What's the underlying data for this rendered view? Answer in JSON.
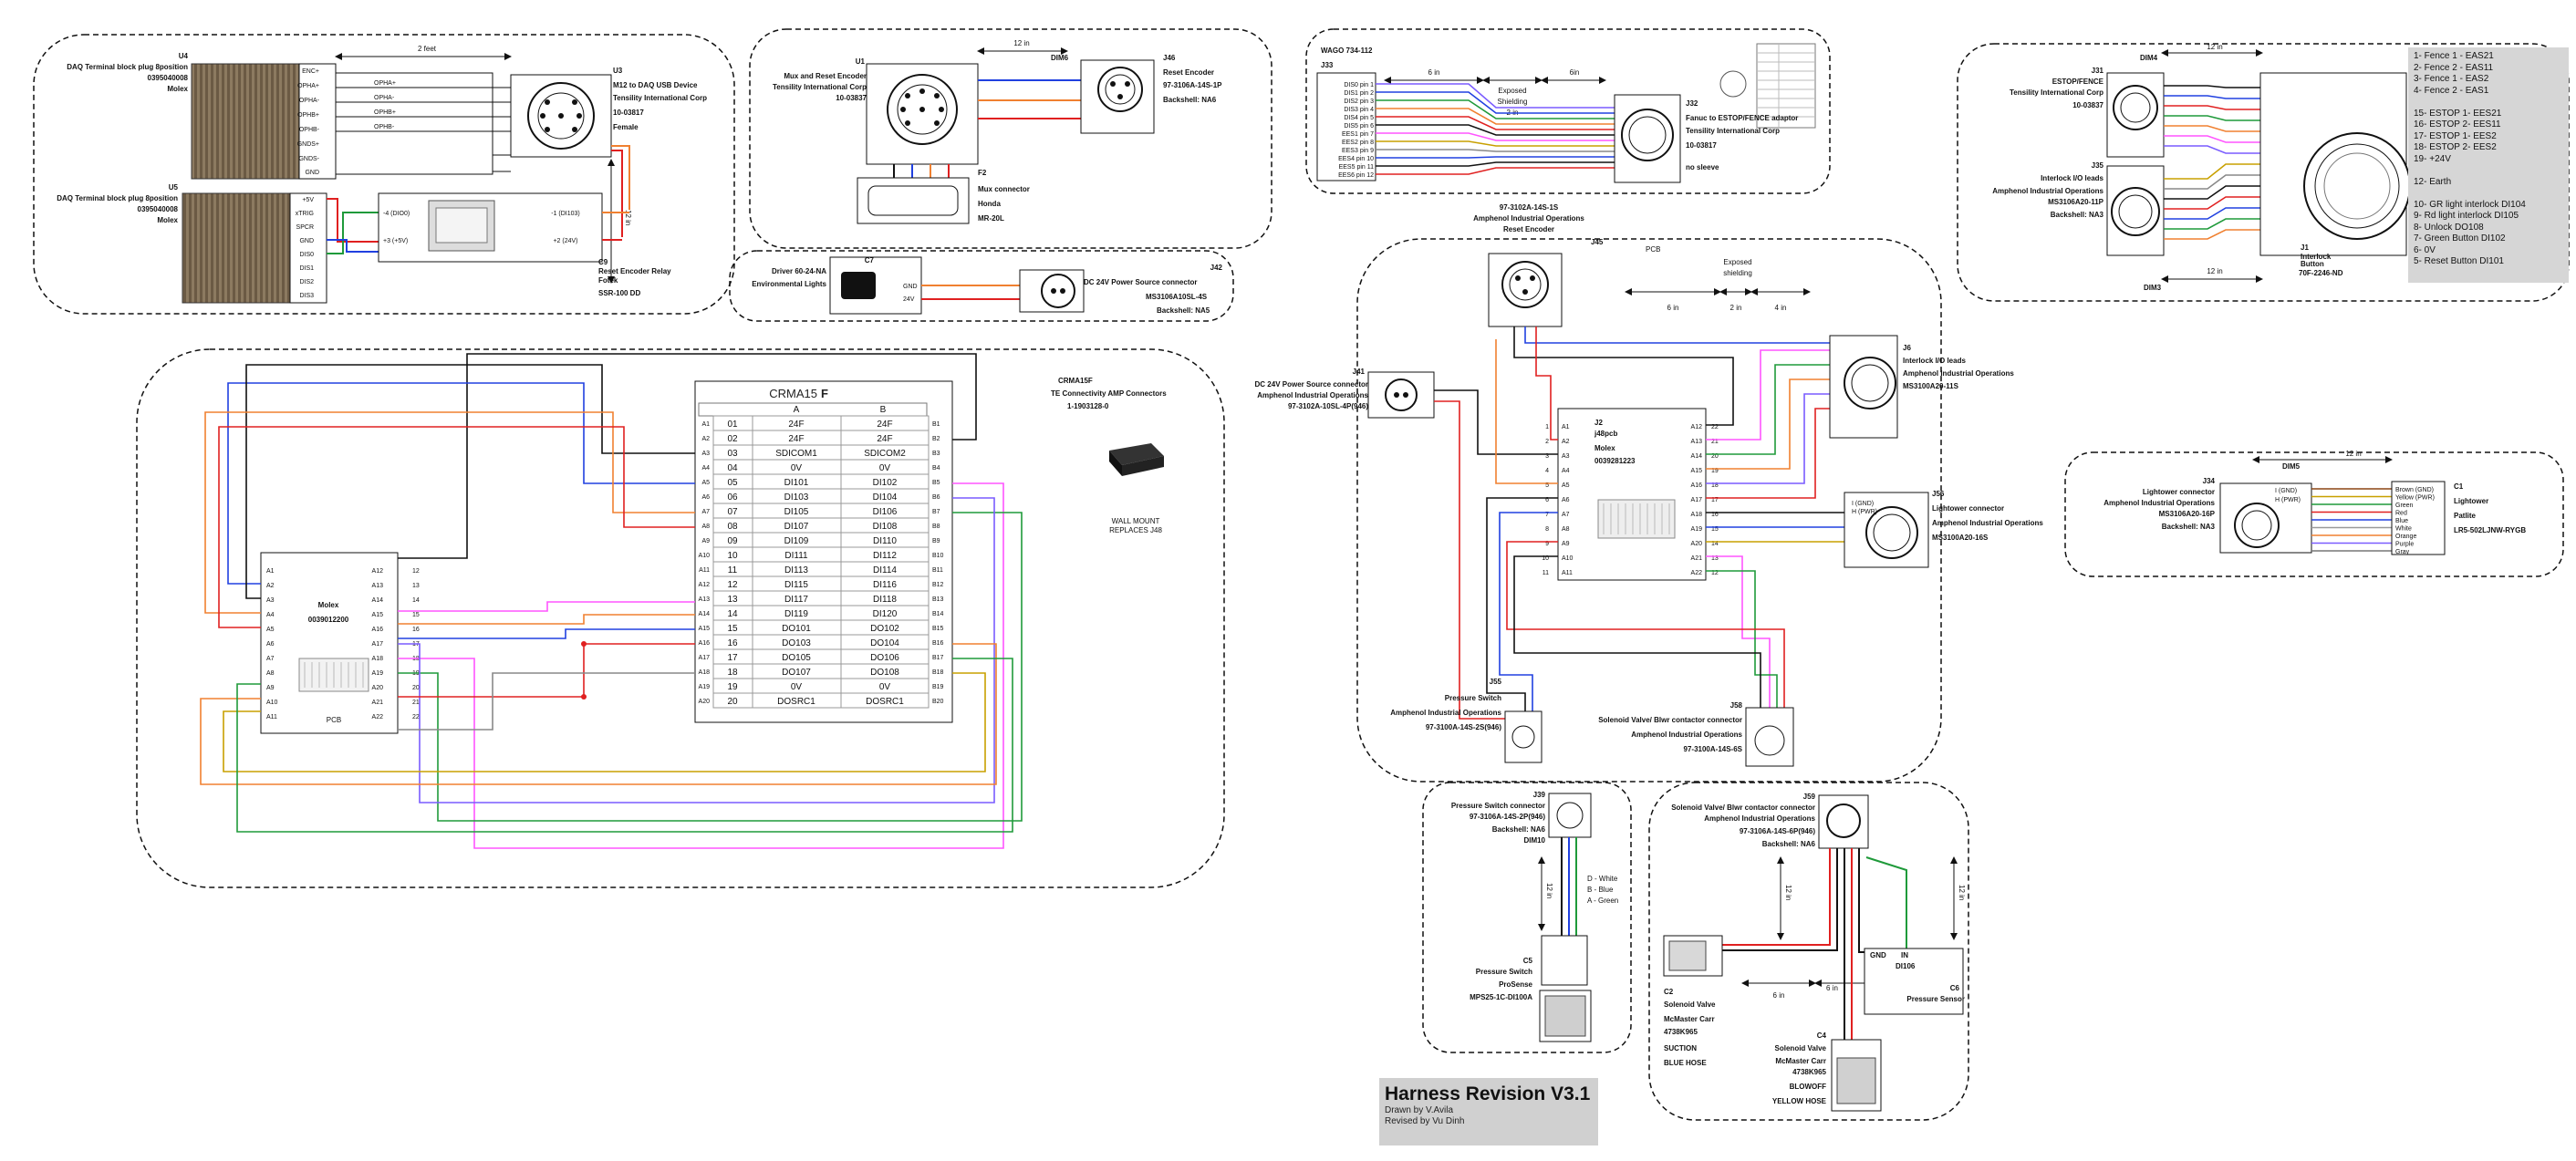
{
  "title_block": {
    "title": "Harness Revision V3.1",
    "drawn_by": "Drawn by V.Avila",
    "revised_by": "Revised by Vu Dinh"
  },
  "u4": {
    "id": "U4",
    "name": "DAQ Terminal block plug 8position",
    "part": "0395040008",
    "vendor": "Molex",
    "pins": [
      "ENC+",
      "OPHA+",
      "OPHA-",
      "OPHB+",
      "OPHB-",
      "GNDS+",
      "GNDS-",
      "GND"
    ]
  },
  "dim_2feet": "2 feet",
  "u3": {
    "id": "U3",
    "name": "M12 to DAQ USB Device",
    "vendor": "Tensility International Corp",
    "part": "10-03817",
    "gender": "Female",
    "wires": [
      "OPHA+",
      "OPHA-",
      "OPHB+",
      "OPHB-"
    ]
  },
  "u5": {
    "id": "U5",
    "name": "DAQ Terminal block plug 8position",
    "part": "0395040008",
    "vendor": "Molex",
    "pins": [
      "+5V",
      "xTRIG",
      "SPCR",
      "GND",
      "DIS0",
      "DIS1",
      "DIS2",
      "DIS3"
    ]
  },
  "relay": {
    "in_a": "-4 (DIO0)",
    "in_b": "+3 (+5V)",
    "out_a": "-1 (DI103)",
    "out_b": "+2 (24V)"
  },
  "c9": {
    "id": "C9",
    "name": "Reset Encoder Relay",
    "vendor": "Fotek",
    "part": "SSR-100 DD"
  },
  "dim_12in": "12 in",
  "u1": {
    "id": "U1",
    "name": "Mux and Reset Encoder",
    "vendor": "Tensility International Corp",
    "part": "10-03837"
  },
  "dim6": "DIM6",
  "j46": {
    "id": "J46",
    "name": "Reset Encoder",
    "part": "97-3106A-14S-1P",
    "backshell": "Backshell: NA6"
  },
  "f2": {
    "id": "F2",
    "name": "Mux connector",
    "vendor": "Honda",
    "part": "MR-20L"
  },
  "c7": {
    "id": "C7",
    "name": "Driver 60-24-NA",
    "desc": "Environmental Lights",
    "gnd": "GND",
    "v24": "24V"
  },
  "j42": {
    "id": "J42",
    "name": "DC 24V Power Source connector",
    "part": "MS3106A10SL-4S",
    "backshell": "Backshell: NA5"
  },
  "wago": {
    "title": "WAGO 734-112",
    "j33": "J33",
    "pins": [
      "DIS0 pin 1",
      "DIS1 pin 2",
      "DIS2 pin 3",
      "DIS3 pin 4",
      "DIS4 pin 5",
      "DIS5 pin 6",
      "EES1 pin 7",
      "EES2 pin 8",
      "EES3 pin 9",
      "EES4 pin 10",
      "EES5 pin 11",
      "EES6 pin 12"
    ],
    "d6": "6 in",
    "exposed": "Exposed",
    "shielding": "Shielding",
    "d2": "2 in",
    "d6b": "6in"
  },
  "j32": {
    "id": "J32",
    "name": "Fanuc to ESTOP/FENCE adaptor",
    "vendor": "Tensility International Corp",
    "part": "10-03817",
    "note": "no sleeve"
  },
  "j45": {
    "id": "J45",
    "part": "97-3102A-14S-1S",
    "vendor": "Amphenol Industrial Operations",
    "name": "Reset Encoder"
  },
  "pcb": "PCB",
  "exposed2": "Exposed",
  "shielding2": "shielding",
  "dims_j6": [
    "6 in",
    "2 in",
    "4 in"
  ],
  "j41": {
    "id": "J41",
    "name": "DC 24V Power Source connector",
    "vendor": "Amphenol Industrial Operations",
    "part": "97-3102A-10SL-4P(946)"
  },
  "j2": {
    "id": "J2",
    "name": "j48pcb",
    "vendor": "Molex",
    "part": "0039281223"
  },
  "j6": {
    "id": "J6",
    "name": "Interlock I/O leads",
    "vendor": "Amphenol Industrial Operations",
    "part": "MS3100A20-11S"
  },
  "j56": {
    "id": "J56",
    "name": "Lightower connector",
    "vendor": "Amphenol Industrial Operations",
    "part": "MS3100A20-16S",
    "pin1": "I (GND)",
    "pin2": "H (PWR)"
  },
  "j55": {
    "id": "J55",
    "name": "Pressure Switch",
    "vendor": "Amphenol Industrial Operations",
    "part": "97-3100A-14S-2S(946)"
  },
  "j58": {
    "id": "J58",
    "name": "Solenoid Valve/ Blwr contactor connector",
    "vendor": "Amphenol Industrial Operations",
    "part": "97-3100A-14S-6S"
  },
  "crma": {
    "header": "CRMA15",
    "header_f": "F",
    "col_a": "A",
    "col_b": "B",
    "title": "CRMA15F",
    "vendor": "TE Connectivity AMP Connectors",
    "part": "1-1903128-0",
    "wall1": "WALL MOUNT",
    "wall2": "REPLACES J48",
    "rows": [
      [
        "01",
        "24F",
        "24F"
      ],
      [
        "02",
        "24F",
        "24F"
      ],
      [
        "03",
        "SDICOM1",
        "SDICOM2"
      ],
      [
        "04",
        "0V",
        "0V"
      ],
      [
        "05",
        "DI101",
        "DI102"
      ],
      [
        "06",
        "DI103",
        "DI104"
      ],
      [
        "07",
        "DI105",
        "DI106"
      ],
      [
        "08",
        "DI107",
        "DI108"
      ],
      [
        "09",
        "DI109",
        "DI110"
      ],
      [
        "10",
        "DI111",
        "DI112"
      ],
      [
        "11",
        "DI113",
        "DI114"
      ],
      [
        "12",
        "DI115",
        "DI116"
      ],
      [
        "13",
        "DI117",
        "DI118"
      ],
      [
        "14",
        "DI119",
        "DI120"
      ],
      [
        "15",
        "DO101",
        "DO102"
      ],
      [
        "16",
        "DO103",
        "DO104"
      ],
      [
        "17",
        "DO105",
        "DO106"
      ],
      [
        "18",
        "DO107",
        "DO108"
      ],
      [
        "19",
        "0V",
        "0V"
      ],
      [
        "20",
        "DOSRC1",
        "DOSRC1"
      ]
    ]
  },
  "molex": {
    "name": "Molex",
    "part": "0039012200",
    "pcb": "PCB"
  },
  "j31": {
    "id": "J31",
    "name": "ESTOP/FENCE",
    "vendor": "Tensility International Corp",
    "part": "10-03837"
  },
  "j35": {
    "id": "J35",
    "name": "Interlock I/O leads",
    "vendor": "Amphenol Industrial Operations",
    "part": "MS3106A20-11P",
    "backshell": "Backshell: NA3"
  },
  "dim4": "DIM4",
  "dim3": "DIM3",
  "d12a": "12 in",
  "d12b": "12 in",
  "j1": {
    "id": "J1",
    "name": "Interlock",
    "sub": "Button",
    "part": "70F-2246-ND"
  },
  "pin_legend": [
    "1- Fence 1 - EAS21",
    "2- Fence 2 - EAS11",
    "3- Fence 1 - EAS2",
    "4- Fence 2 - EAS1",
    "",
    "15- ESTOP 1- EES21",
    "16- ESTOP 2- EES11",
    "17- ESTOP 1- EES2",
    "18- ESTOP 2- EES2",
    "19- +24V",
    "",
    "12- Earth",
    "",
    "10- GR light interlock DI104",
    "9- Rd light interlock DI105",
    "8- Unlock DO108",
    "7- Green Button DI102",
    "6- 0V",
    "5- Reset Button DI101"
  ],
  "j34": {
    "id": "J34",
    "name": "Lightower connector",
    "vendor": "Amphenol Industrial Operations",
    "part": "MS3106A20-16P",
    "backshell": "Backshell: NA3",
    "pin1": "I (GND)",
    "pin2": "H (PWR)"
  },
  "dim5": "DIM5",
  "d12c": "12 in",
  "c1": {
    "id": "C1",
    "name": "Lightower",
    "vendor": "Patlite",
    "part": "LR5-502LJNW-RYGB",
    "wires": [
      "Brown (GND)",
      "Yellow (PWR)",
      "Green",
      "Red",
      "Blue",
      "White",
      "Orange",
      "Purple",
      "Gray"
    ]
  },
  "j39": {
    "id": "J39",
    "name": "Pressure Switch connector",
    "part": "97-3106A-14S-2P(946)",
    "backshell": "Backshell: NA6",
    "dim": "DIM10",
    "d12": "12 in",
    "wires": [
      "D - White",
      "B - Blue",
      "A - Green"
    ]
  },
  "c5": {
    "id": "C5",
    "name": "Pressure Switch",
    "vendor": "ProSense",
    "part": "MPS25-1C-DI100A"
  },
  "j59": {
    "id": "J59",
    "name": "Solenoid Valve/ Blwr contactor connector",
    "vendor": "Amphenol Industrial Operations",
    "part": "97-3106A-14S-6P(946)",
    "backshell": "Backshell: NA6",
    "d12a": "12 in",
    "d12b": "12 in",
    "d6a": "6 in",
    "d6b": "6 in"
  },
  "c6": {
    "id": "C6",
    "name": "Pressure Sensor",
    "gnd": "GND",
    "in": "IN",
    "di": "DI106"
  },
  "c2": {
    "id": "C2",
    "name": "Solenoid Valve",
    "vendor": "McMaster Carr",
    "part": "4738K965",
    "use": "SUCTION",
    "hose": "BLUE HOSE"
  },
  "c4": {
    "id": "C4",
    "name": "Solenoid Valve",
    "vendor": "McMaster Carr",
    "part": "4738K965",
    "use": "BLOWOFF",
    "hose": "YELLOW HOSE"
  }
}
